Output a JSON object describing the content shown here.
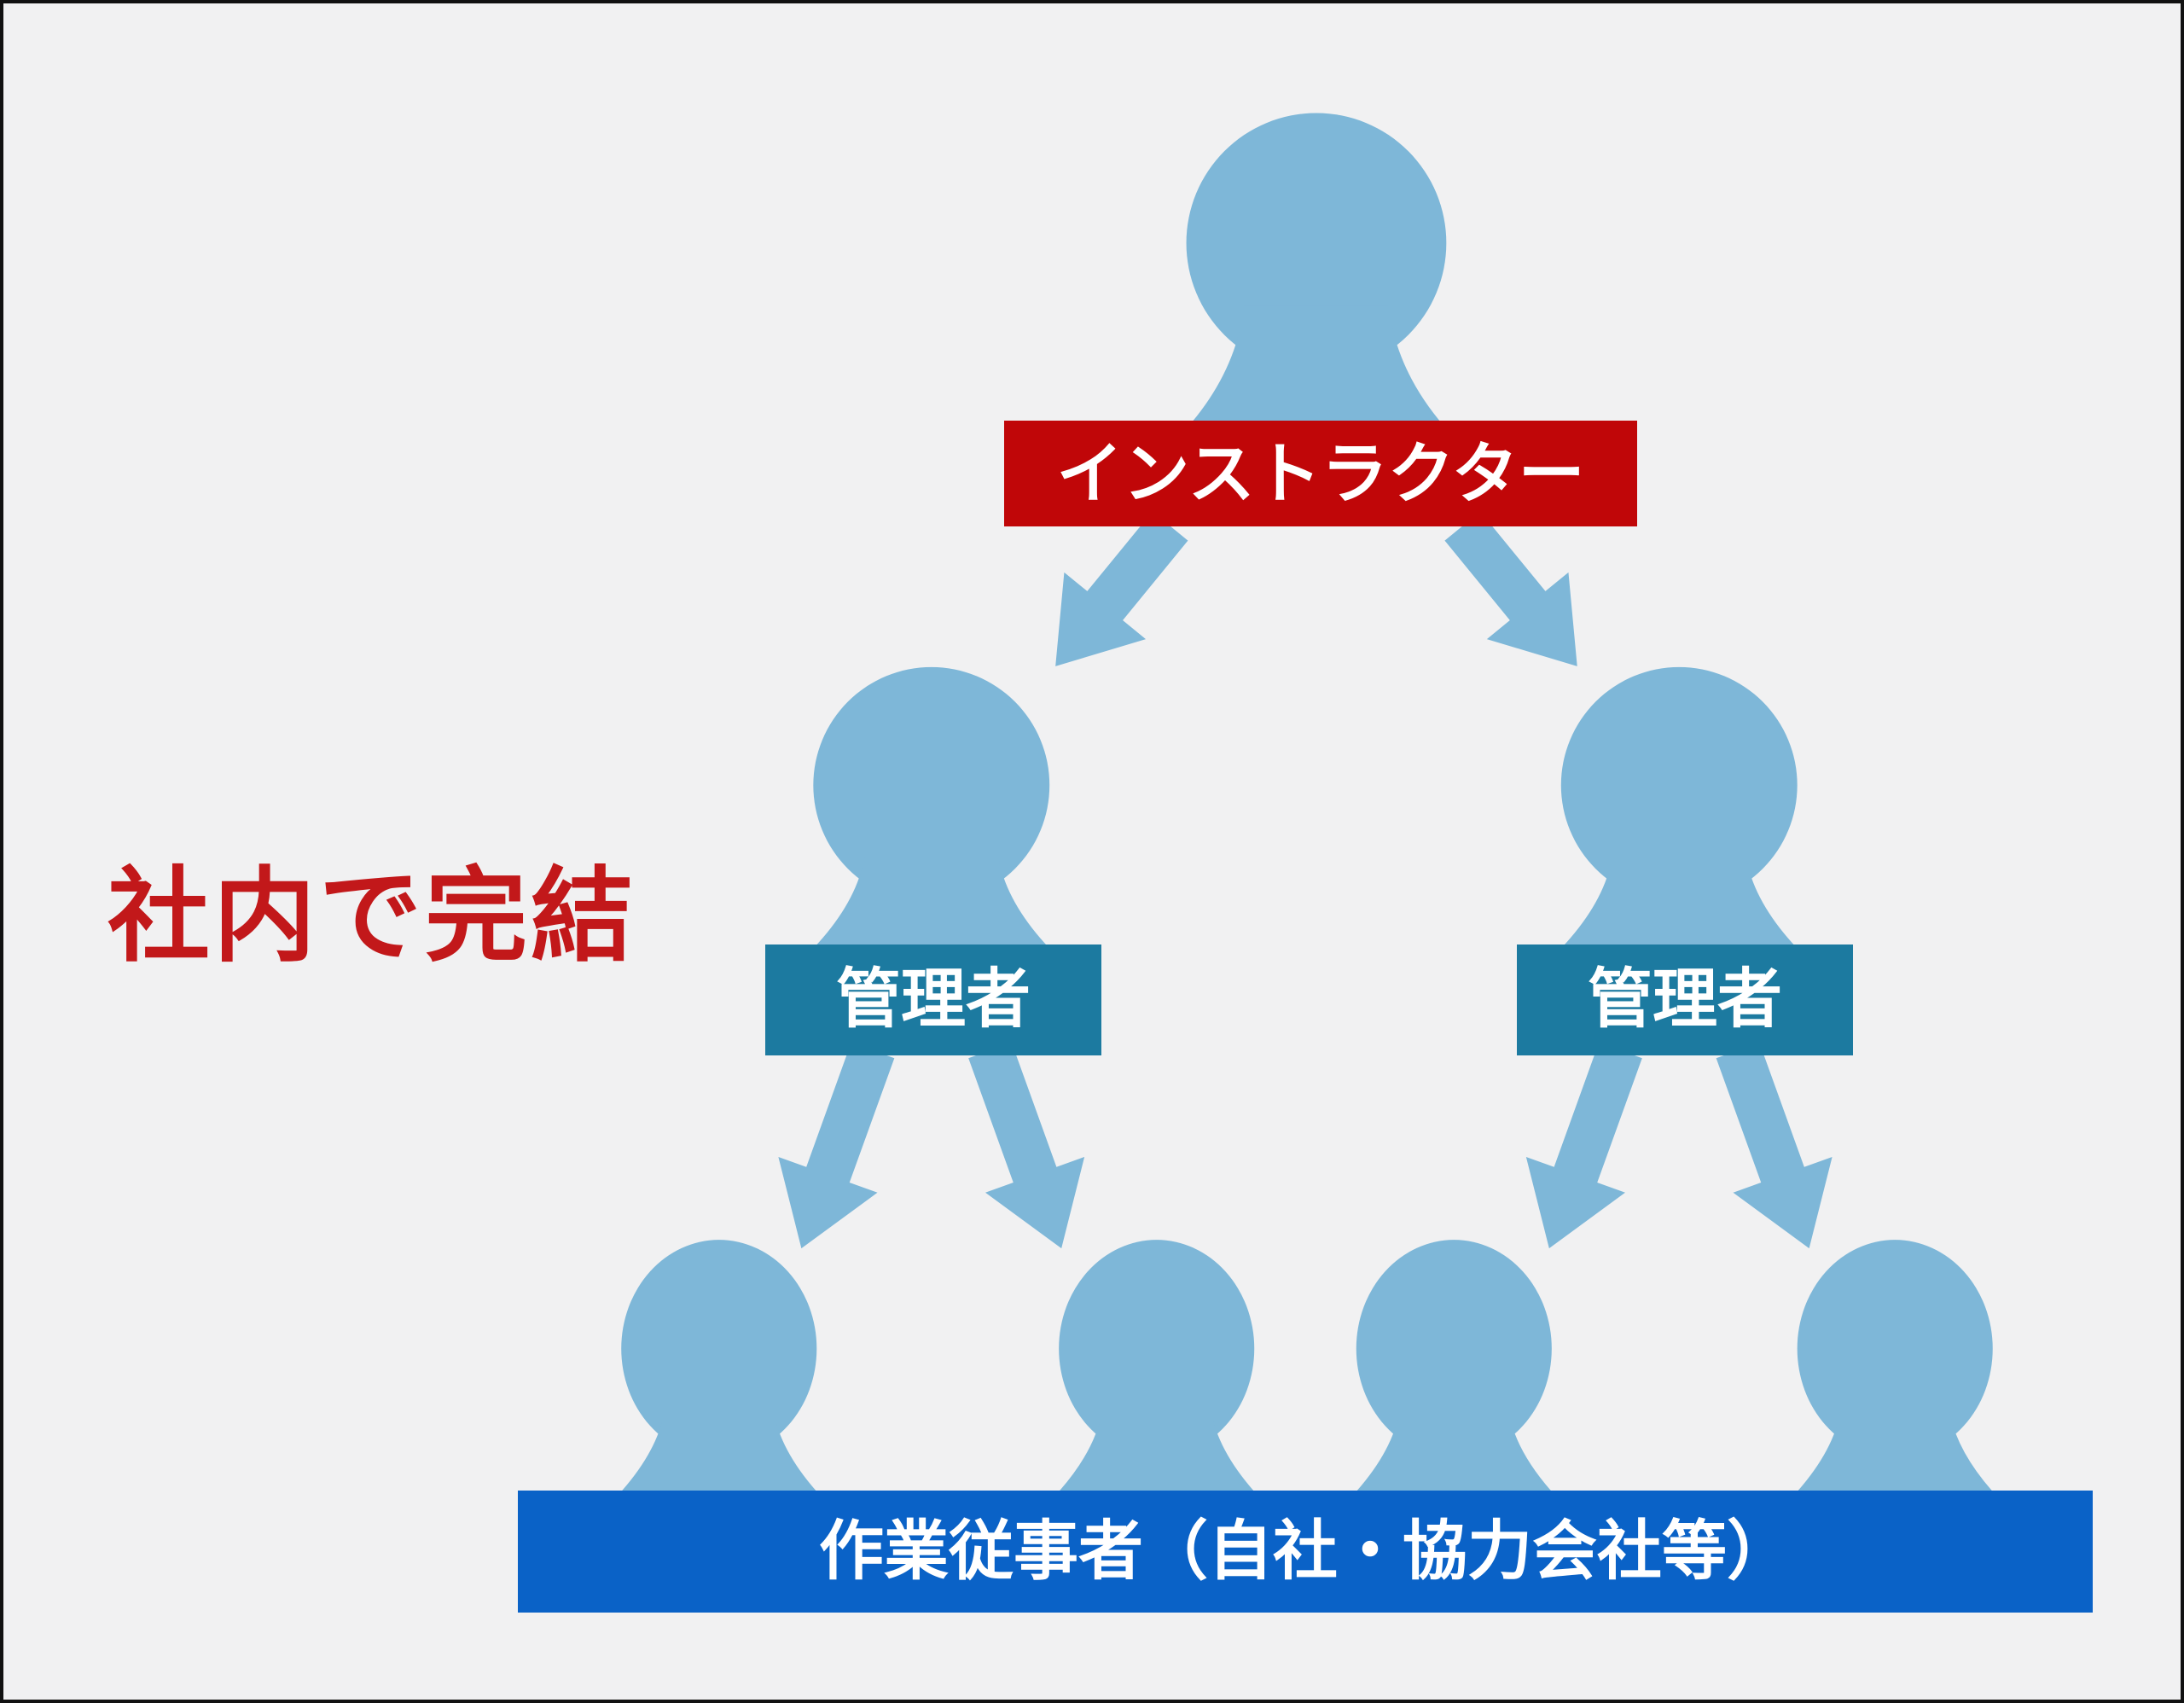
{
  "side_title": {
    "text": "社内で完結"
  },
  "labels": {
    "instructor": "インストラクター",
    "manager_left": "管理者",
    "manager_right": "管理者",
    "workers": "作業従事者（自社・協力会社等）"
  },
  "figures": {
    "instructor_count": 1,
    "manager_count": 2,
    "worker_count": 4
  },
  "theme": {
    "background": "#f1f1f2",
    "border": "#111111",
    "person_blue": "#7eb7d8",
    "instructor_box_red": "#c00608",
    "manager_box_teal": "#1c7aa0",
    "workers_banner_blue": "#0a62c7",
    "side_title_red": "#c2181a",
    "label_text_white": "#ffffff"
  }
}
